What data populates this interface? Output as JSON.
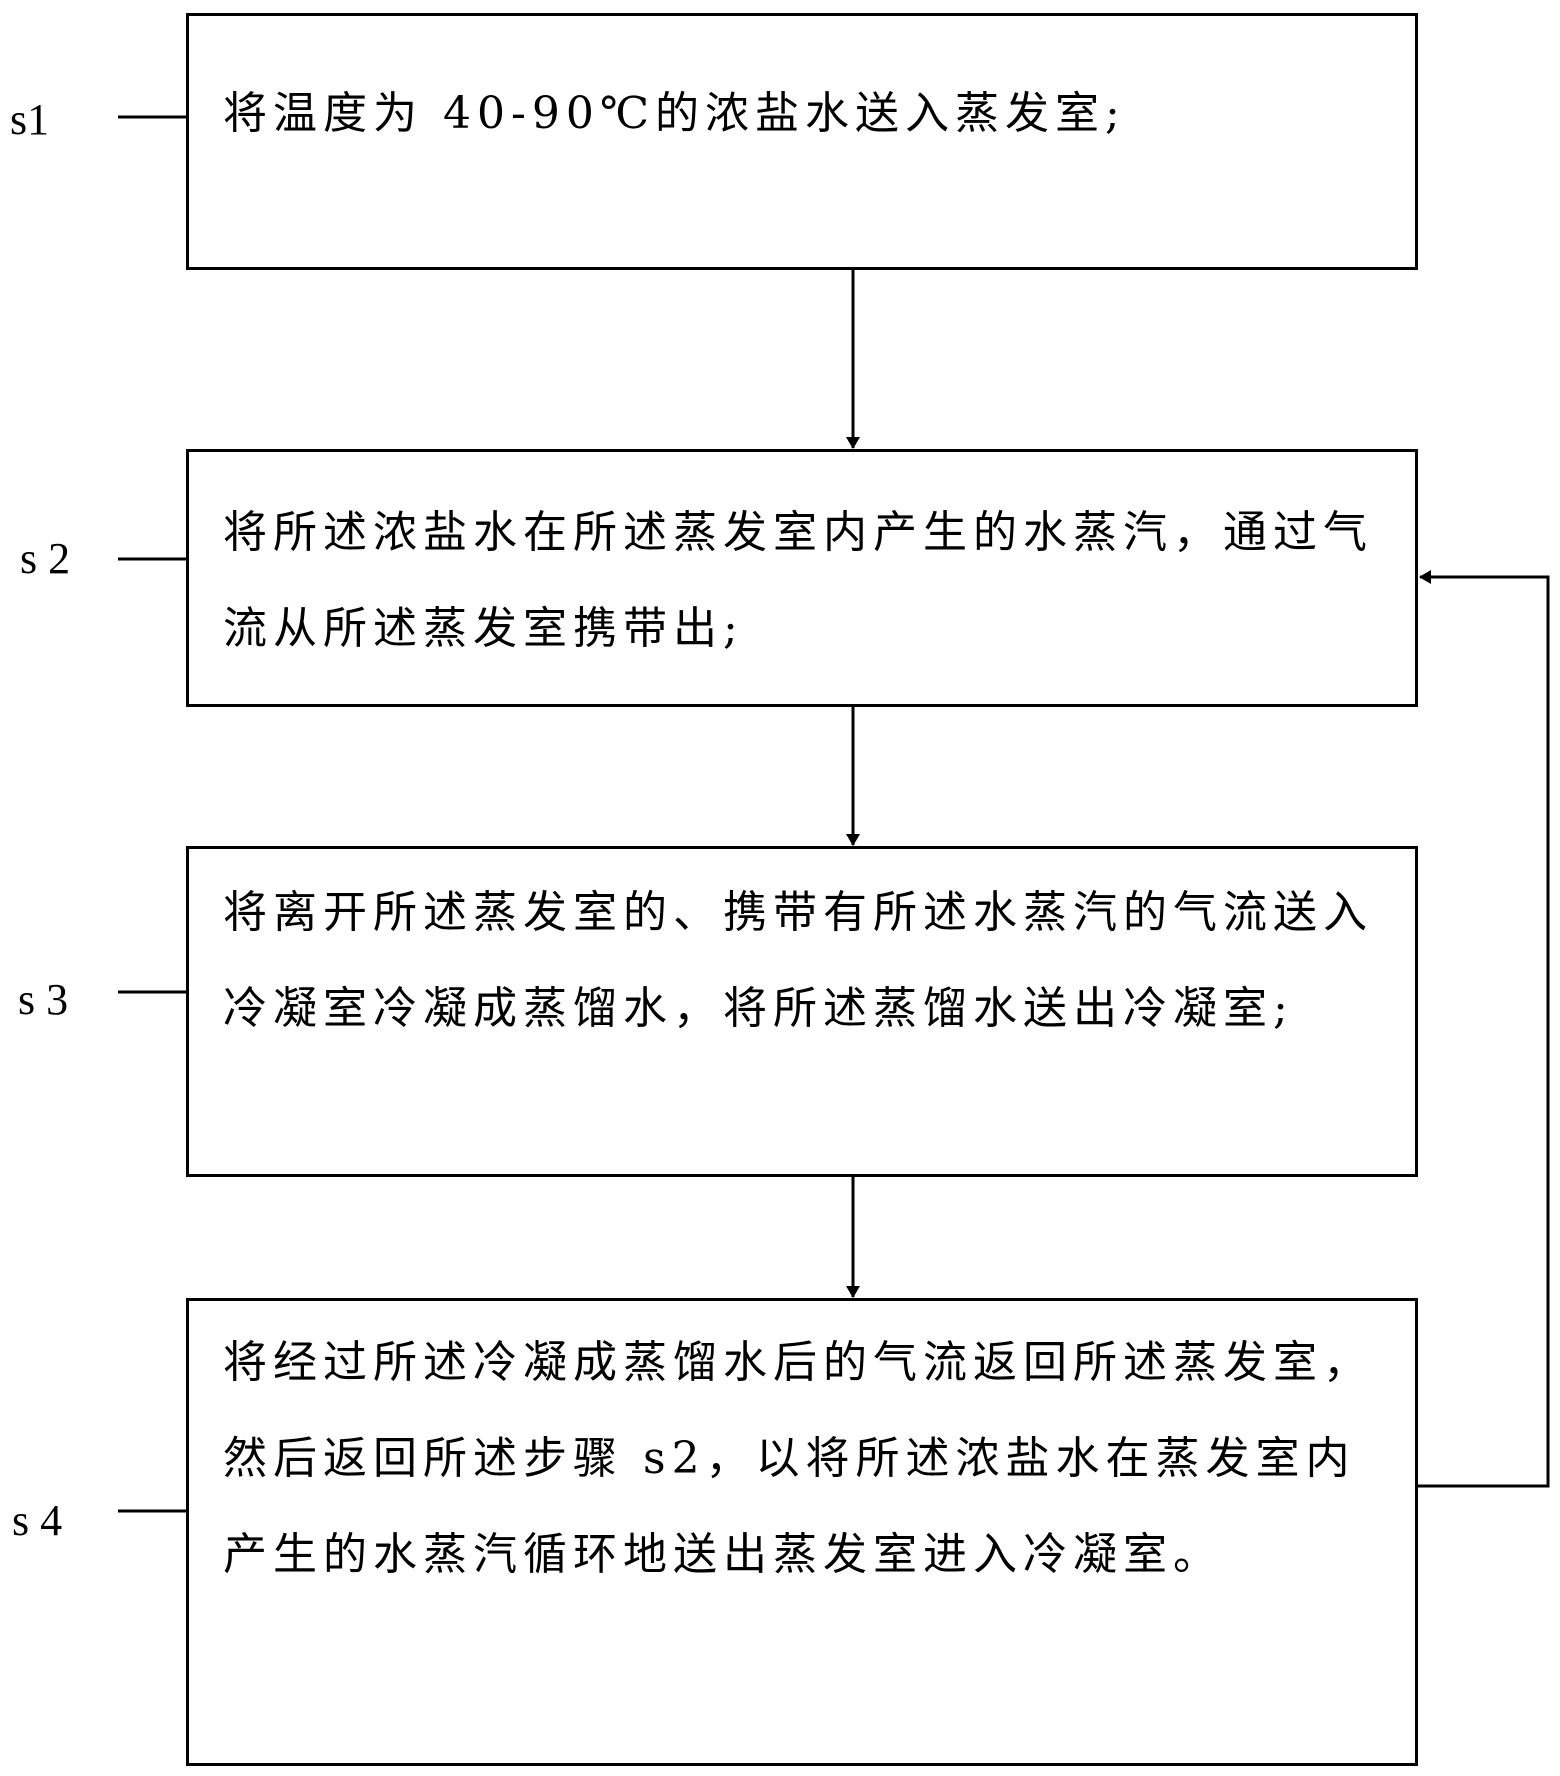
{
  "steps": [
    {
      "label": "s1",
      "text": "将温度为 40-90℃的浓盐水送入蒸发室;"
    },
    {
      "label": "s 2",
      "text": "将所述浓盐水在所述蒸发室内产生的水蒸汽，通过气流从所述蒸发室携带出;"
    },
    {
      "label": "s 3",
      "text": "将离开所述蒸发室的、携带有所述水蒸汽的气流送入冷凝室冷凝成蒸馏水，将所述蒸馏水送出冷凝室;"
    },
    {
      "label": "s 4",
      "text": "将经过所述冷凝成蒸馏水后的气流返回所述蒸发室，然后返回所述步骤 s2，以将所述浓盐水在蒸发室内产生的水蒸汽循环地送出蒸发室进入冷凝室。"
    }
  ],
  "colors": {
    "line": "#000000",
    "background": "#ffffff"
  }
}
